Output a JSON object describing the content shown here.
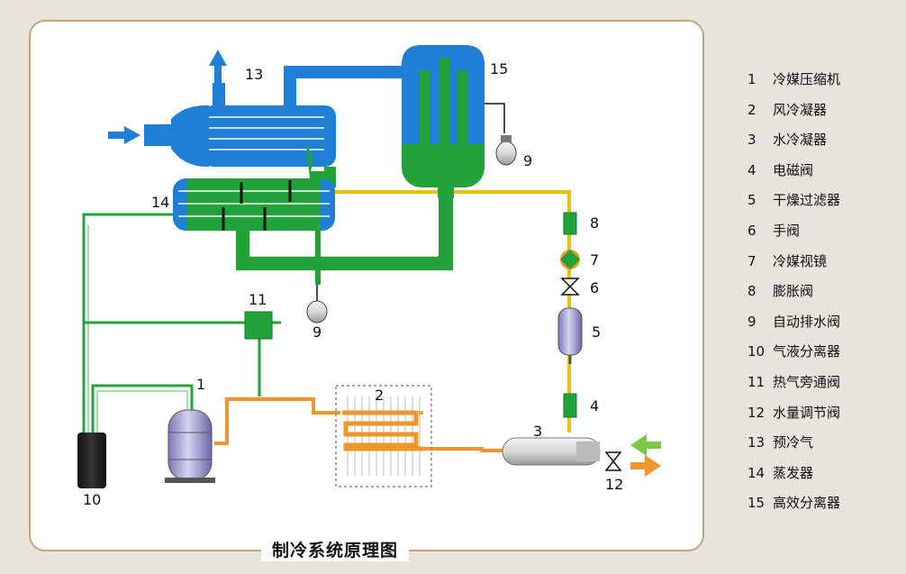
{
  "diagram": {
    "title": "制冷系统原理图",
    "component_labels": {
      "c1": "1",
      "c2": "2",
      "c3": "3",
      "c4": "4",
      "c5": "5",
      "c6": "6",
      "c7": "7",
      "c8": "8",
      "c9a": "9",
      "c9b": "9",
      "c10": "10",
      "c11": "11",
      "c12": "12",
      "c13": "13",
      "c14": "14",
      "c15": "15"
    },
    "colors": {
      "blue": "#1f7fd4",
      "green": "#22a33a",
      "orange": "#f0962a",
      "yellow": "#e8c200",
      "border": "#c9a27a"
    }
  },
  "legend": [
    {
      "num": "1",
      "text": "冷媒压缩机"
    },
    {
      "num": "2",
      "text": "风冷凝器"
    },
    {
      "num": "3",
      "text": "水冷凝器"
    },
    {
      "num": "4",
      "text": "电磁阀"
    },
    {
      "num": "5",
      "text": "干燥过滤器"
    },
    {
      "num": "6",
      "text": "手阀"
    },
    {
      "num": "7",
      "text": "冷媒视镜"
    },
    {
      "num": "8",
      "text": "膨胀阀"
    },
    {
      "num": "9",
      "text": "自动排水阀"
    },
    {
      "num": "10",
      "text": "气液分离器"
    },
    {
      "num": "11",
      "text": "热气旁通阀"
    },
    {
      "num": "12",
      "text": "水量调节阀"
    },
    {
      "num": "13",
      "text": "预冷气"
    },
    {
      "num": "14",
      "text": "蒸发器"
    },
    {
      "num": "15",
      "text": "高效分离器"
    }
  ]
}
